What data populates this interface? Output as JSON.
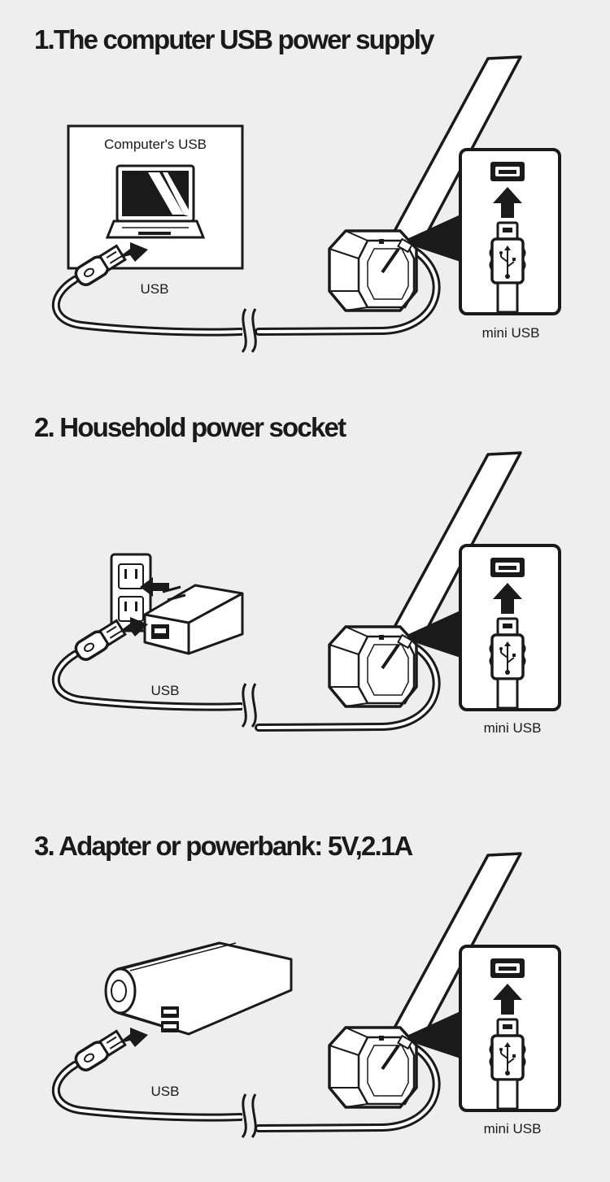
{
  "sections": [
    {
      "title": "1.The computer USB power supply",
      "source_label": "Computer's USB",
      "usb_label": "USB",
      "mini_usb_label": "mini USB",
      "source_icon": "laptop-icon"
    },
    {
      "title": "2. Household power socket",
      "usb_label": "USB",
      "mini_usb_label": "mini USB",
      "source_icon": "wall-adapter-icon"
    },
    {
      "title": "3. Adapter or powerbank: 5V,2.1A",
      "usb_label": "USB",
      "mini_usb_label": "mini USB",
      "source_icon": "powerbank-icon"
    }
  ],
  "colors": {
    "background": "#eeeeee",
    "ink": "#1a1a1a",
    "paper": "#ffffff"
  }
}
